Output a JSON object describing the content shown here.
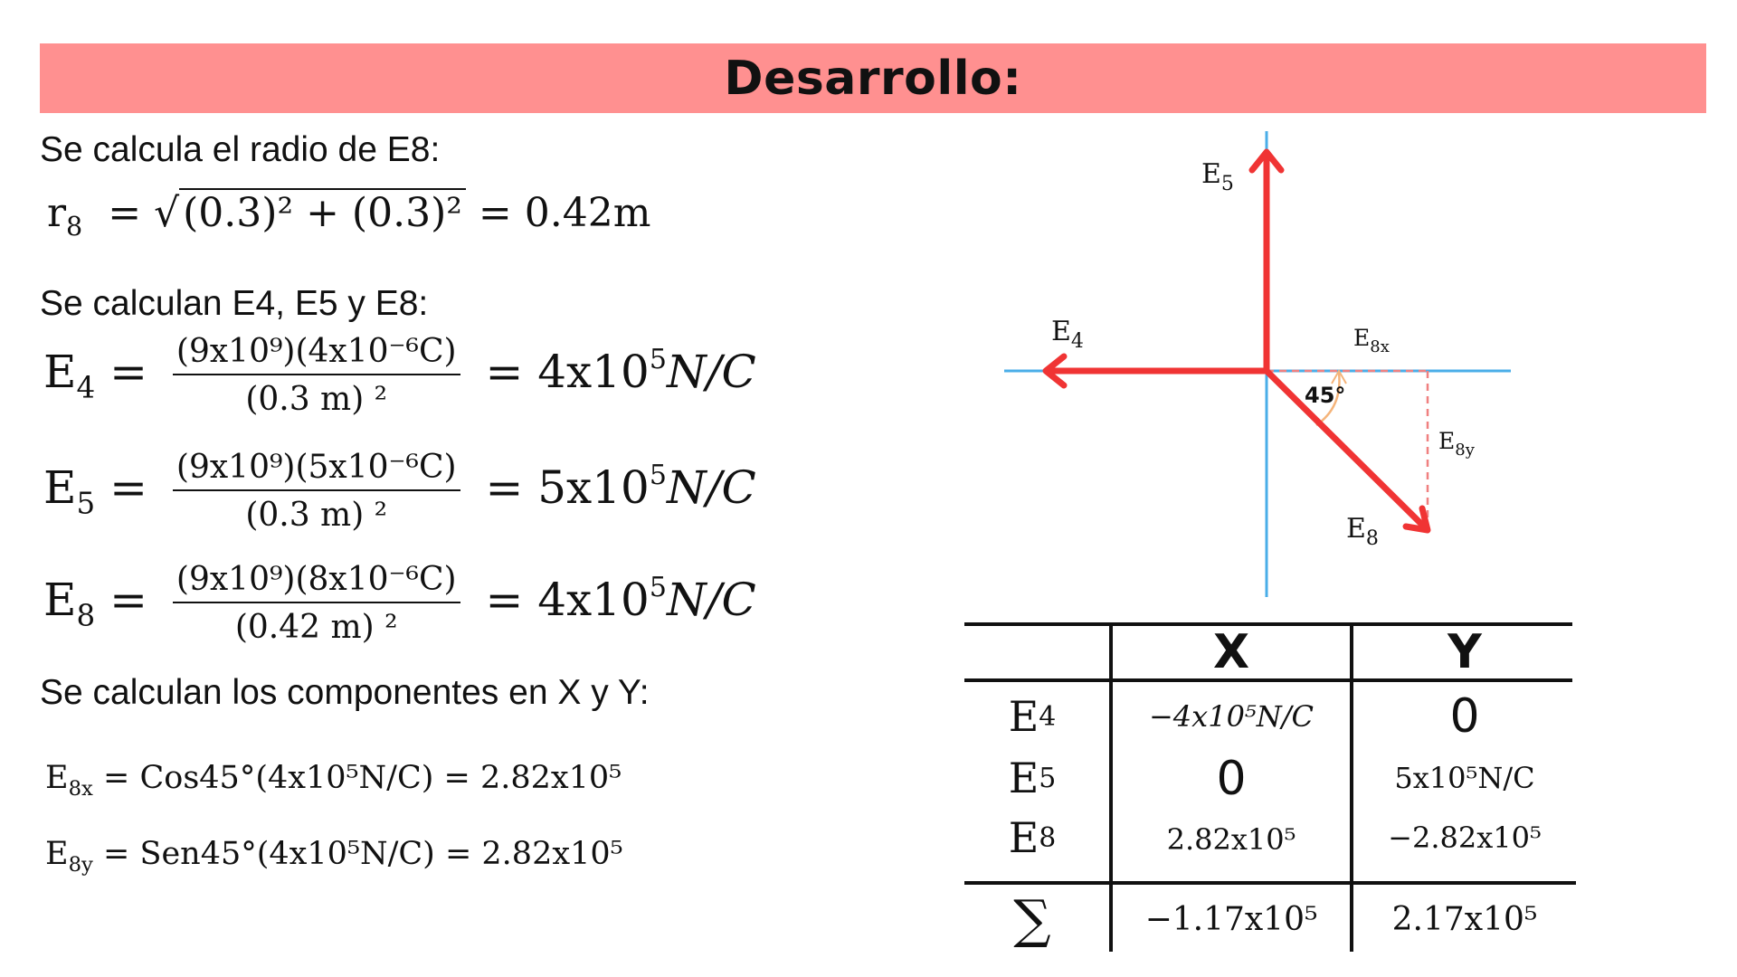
{
  "title": "Desarrollo:",
  "steps": {
    "radius_heading": "Se calcula el radio de E8:",
    "radius_lhs": "r",
    "radius_lhs_sub": "8",
    "radius_sqrt": "(0.3)² + (0.3)²",
    "radius_result": "= 0.42m",
    "fields_heading": "Se calculan E4, E5 y E8:",
    "components_heading": "Se calculan los componentes en X y Y:"
  },
  "fields": [
    {
      "sym": "E",
      "sub": "4",
      "num": "(9x10⁹)(4x10⁻⁶C)",
      "den": "(0.3 m) ²",
      "result": "= 4x10",
      "result_exp": "5",
      "unit": "N/C"
    },
    {
      "sym": "E",
      "sub": "5",
      "num": "(9x10⁹)(5x10⁻⁶C)",
      "den": "(0.3 m) ²",
      "result": "= 5x10",
      "result_exp": "5",
      "unit": "N/C"
    },
    {
      "sym": "E",
      "sub": "8",
      "num": "(9x10⁹)(8x10⁻⁶C)",
      "den": "(0.42 m) ²",
      "result": "= 4x10",
      "result_exp": "5",
      "unit": "N/C"
    }
  ],
  "components": [
    {
      "lhs": "E",
      "lhs_sub": "8x",
      "rhs": "= Cos45°(4x10⁵N/C) = 2.82x10⁵"
    },
    {
      "lhs": "E",
      "lhs_sub": "8y",
      "rhs": "= Sen45°(4x10⁵N/C) = 2.82x10⁵"
    }
  ],
  "diagram": {
    "label_e5": "E",
    "label_e5_sub": "5",
    "label_e4": "E",
    "label_e4_sub": "4",
    "label_e8": "E",
    "label_e8_sub": "8",
    "label_e8x": "E",
    "label_e8x_sub": "8x",
    "label_e8y": "E",
    "label_e8y_sub": "8y",
    "angle": "45°",
    "colors": {
      "axis": "#4aaee8",
      "vector": "#f03434",
      "dashed": "#f08080",
      "arc": "#f5b47a"
    }
  },
  "table": {
    "col_x": "X",
    "col_y": "Y",
    "rows": [
      {
        "label": "E",
        "label_sub": "4",
        "x": "−4x10⁵N/C",
        "y": "0"
      },
      {
        "label": "E",
        "label_sub": "5",
        "x": "0",
        "y": "5x10⁵N/C"
      },
      {
        "label": "E",
        "label_sub": "8",
        "x": "2.82x10⁵",
        "y": "−2.82x10⁵"
      }
    ],
    "sum_label": "∑",
    "sum_x": "−1.17x10⁵",
    "sum_y": "2.17x10⁵"
  }
}
